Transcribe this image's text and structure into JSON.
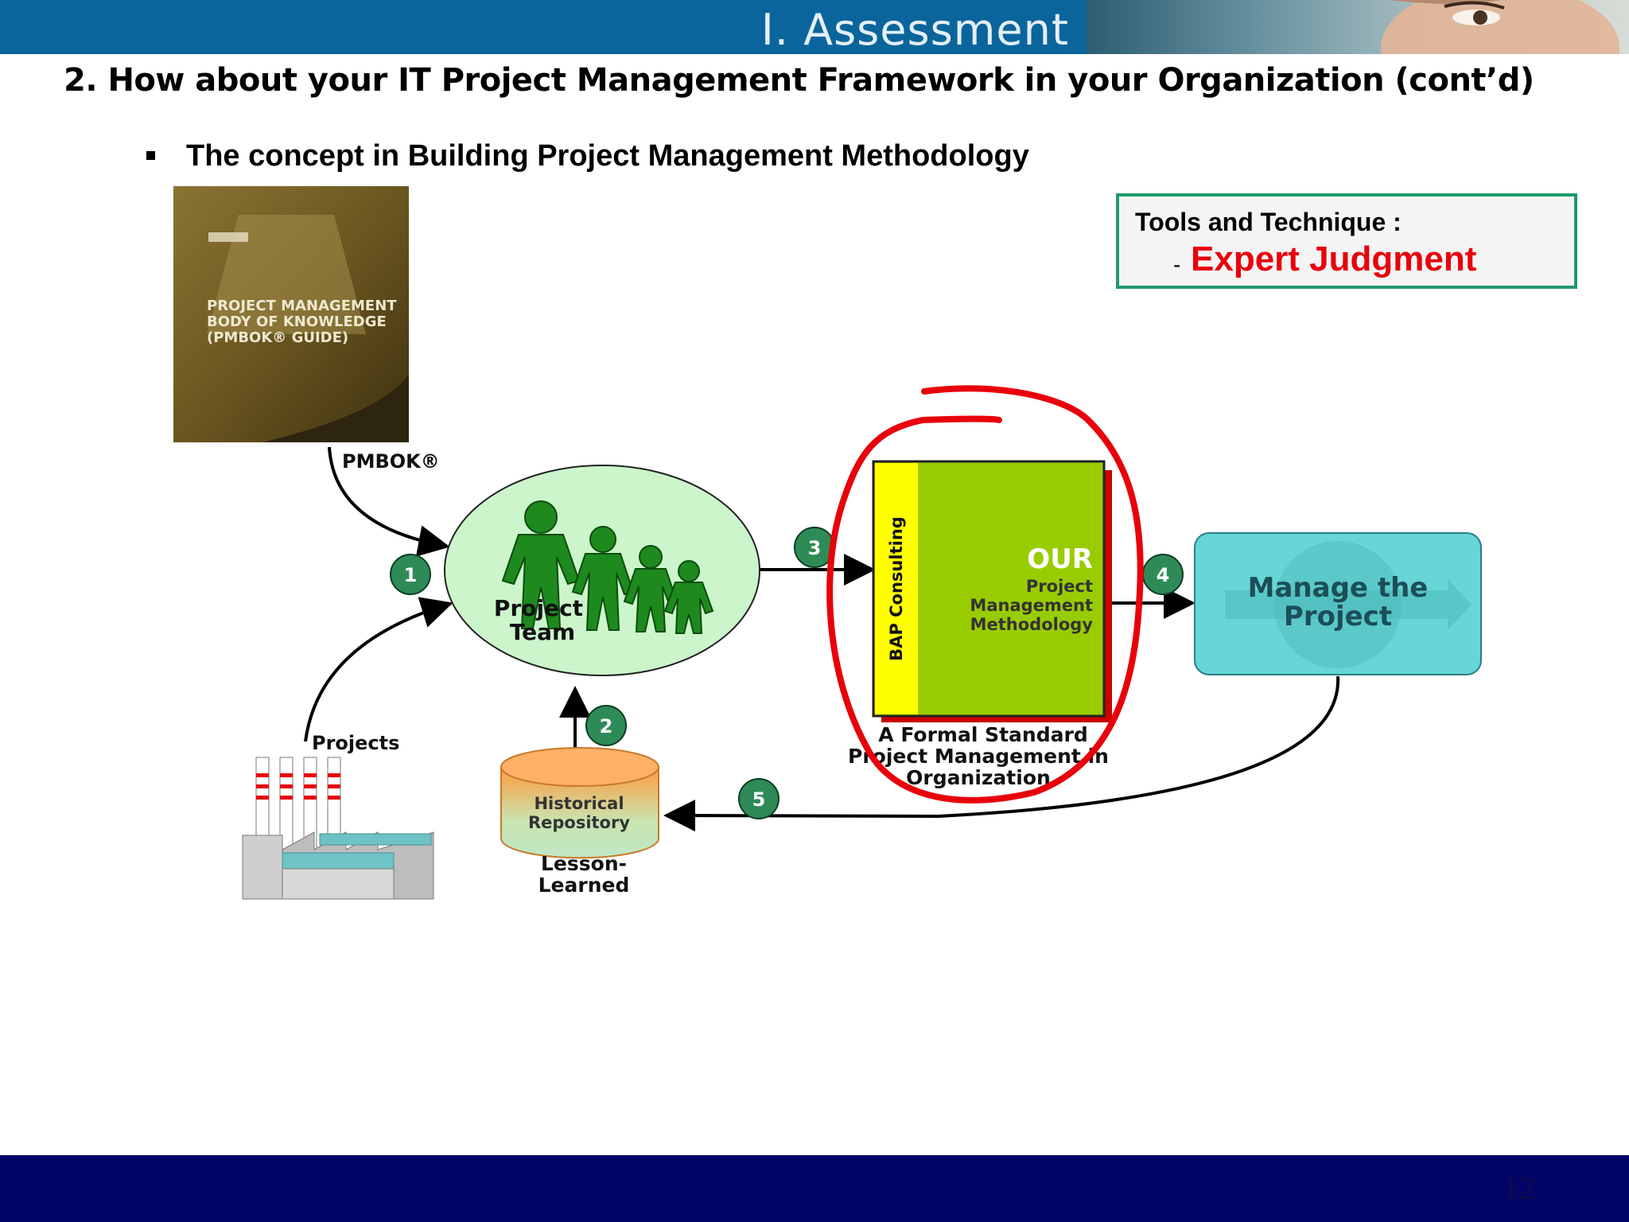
{
  "header": {
    "section_title": "I. Assessment"
  },
  "slide": {
    "heading": "2. How about your IT Project Management  Framework in your Organization (cont’d)",
    "bullet": "The concept  in Building Project Management Methodology"
  },
  "tools_box": {
    "title": "Tools and Technique :",
    "dash": "-",
    "item": "Expert Judgment"
  },
  "diagram": {
    "book_lines": [
      "PROJECT MANAGEMENT",
      "BODY OF KNOWLEDGE",
      "(PMBOK® GUIDE)"
    ],
    "pmbok_label": "PMBOK®",
    "team_label_1": "Project",
    "team_label_2": "Team",
    "projects_label": "Projects",
    "repo_label_1": "Historical",
    "repo_label_2": "Repository",
    "lesson_label_1": "Lesson-",
    "lesson_label_2": "Learned",
    "method_side": "BAP Consulting",
    "method_our": "OUR",
    "method_line_1": "Project",
    "method_line_2": "Management",
    "method_line_3": "Methodology",
    "formal_1": "A Formal Standard",
    "formal_2": "Project Management  in",
    "formal_3": "Organization",
    "manage_1": "Manage the",
    "manage_2": "Project",
    "steps": [
      "1",
      "2",
      "3",
      "4",
      "5"
    ]
  },
  "colors": {
    "header_bar": "#0a659c",
    "footer_bar": "#020466",
    "circle_fill": "#ccf5cc",
    "figure_green": "#1e8a1e",
    "method_green": "#99cc00",
    "method_yellow": "#ffff00",
    "manage_teal": "#66d6d6",
    "step_badge": "#2e8b57",
    "highlight_red": "#e8000b",
    "tools_border": "#1f9a6a"
  },
  "footer": {
    "page_number": "12"
  }
}
